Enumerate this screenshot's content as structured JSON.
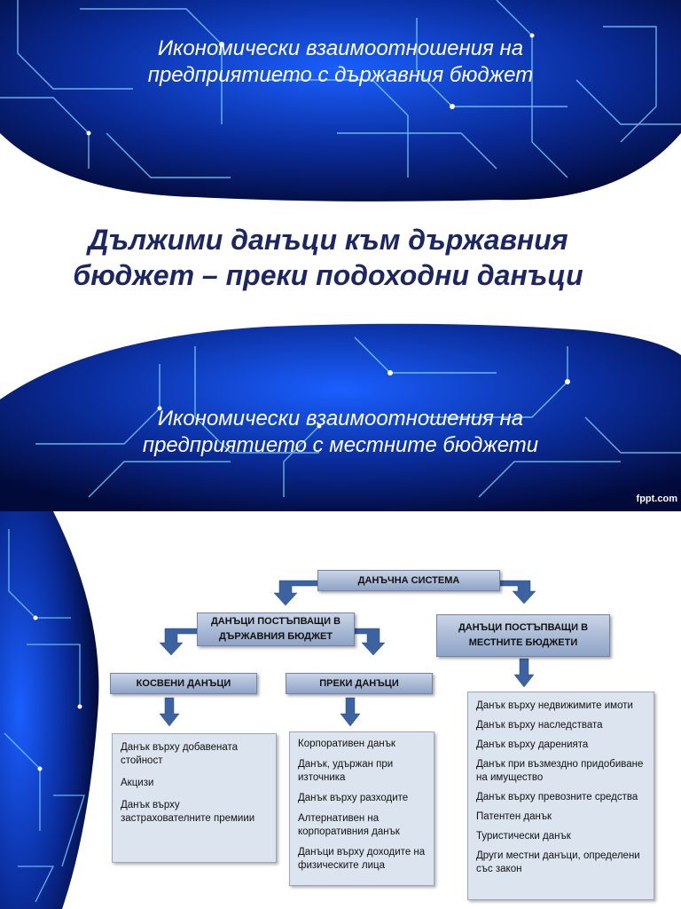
{
  "slide1": {
    "subtitle_top": [
      "Икономически взаимоотношения на",
      "предприятието с държавния бюджет"
    ],
    "title": [
      "Дължими данъци към държавния",
      "бюджет – преки подоходни данъци"
    ],
    "subtitle_bottom": [
      "Икономически взаимоотношения на",
      "предприятието с местните бюджети"
    ],
    "watermark": "fppt.com"
  },
  "diagram": {
    "root": "ДАНЪЧНА СИСТЕМА",
    "state_budget": [
      "ДАНЪЦИ ПОСТЪПВАЩИ В",
      "ДЪРЖАВНИЯ БЮДЖЕТ"
    ],
    "local_budget": [
      "ДАНЪЦИ ПОСТЪПВАЩИ В",
      "МЕСТНИТЕ БЮДЖЕТИ"
    ],
    "indirect": "КОСВЕНИ ДАНЪЦИ",
    "direct": "ПРЕКИ ДАНЪЦИ",
    "indirect_items": [
      "Данък върху добавената стойност",
      "Акцизи",
      "Данък върху застрахователните премиии"
    ],
    "direct_items": [
      "Корпоративен данък",
      "Данък, удържан при източника",
      "Данък върху разходите",
      "Алтернативен на корпоративния данък",
      "Данъци върху доходите на физическите лица"
    ],
    "local_items": [
      "Данък върху недвижимите имоти",
      "Данък върху наследствата",
      "Данък върху даренията",
      "Данък при възмездно придобиване на имущество",
      "Данък върху превозните средства",
      "Патентен данък",
      "Туристически данък",
      "Други местни данъци, определени със закон"
    ]
  },
  "colors": {
    "title": "#1c2664",
    "arrow": "#3c63a0",
    "header_fill": "#9fb2d2",
    "box_fill": "#dce4ef"
  }
}
